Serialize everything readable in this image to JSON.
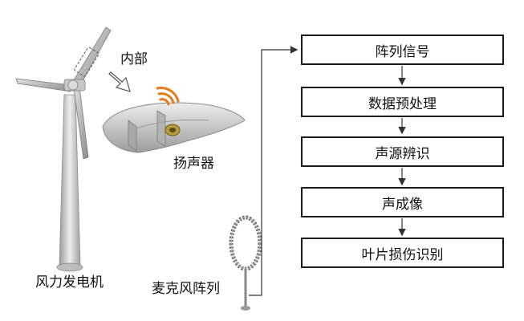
{
  "labels": {
    "interior": "内部",
    "speaker": "扬声器",
    "wind_turbine": "风力发电机",
    "mic_array": "麦克风阵列"
  },
  "flow_steps": [
    "阵列信号",
    "数据预处理",
    "声源辨识",
    "声成像",
    "叶片损伤识别"
  ],
  "colors": {
    "box_border": "#1a1a1a",
    "arrow": "#333333",
    "turbine_gray": "#c8c8c8",
    "sound_wave": "#e57a1a",
    "speaker_gold": "#b89a3a"
  }
}
